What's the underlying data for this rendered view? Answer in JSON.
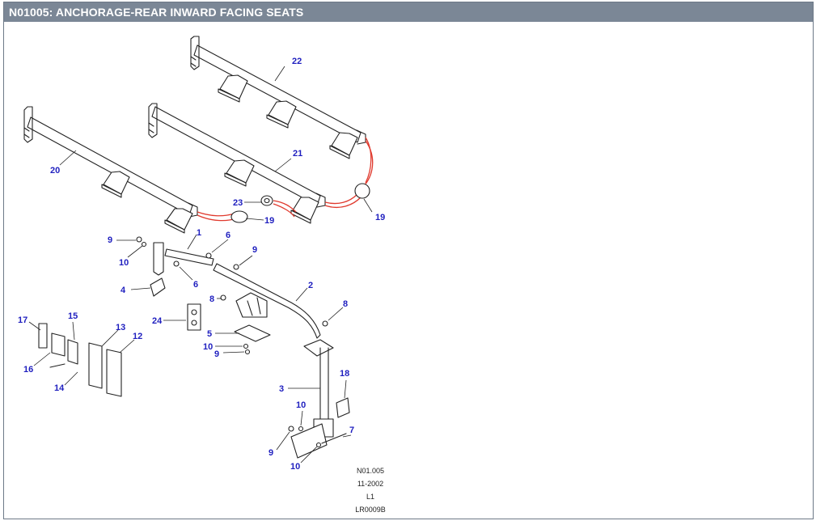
{
  "header": {
    "title": "N01005: ANCHORAGE-REAR INWARD FACING SEATS"
  },
  "diagram": {
    "callouts": {
      "c1": "1",
      "c2": "2",
      "c3": "3",
      "c4": "4",
      "c5": "5",
      "c6a": "6",
      "c6b": "6",
      "c7": "7",
      "c8a": "8",
      "c8b": "8",
      "c9a": "9",
      "c9b": "9",
      "c9c": "9",
      "c9d": "9",
      "c10a": "10",
      "c10b": "10",
      "c10c": "10",
      "c10d": "10",
      "c12": "12",
      "c13": "13",
      "c14": "14",
      "c15": "15",
      "c16": "16",
      "c17": "17",
      "c18": "18",
      "c19a": "19",
      "c19b": "19",
      "c20": "20",
      "c21": "21",
      "c22": "22",
      "c23": "23",
      "c24": "24"
    },
    "reference": {
      "code": "N01.005",
      "date": "11-2002",
      "level": "L1",
      "drawing": "LR0009B"
    }
  }
}
